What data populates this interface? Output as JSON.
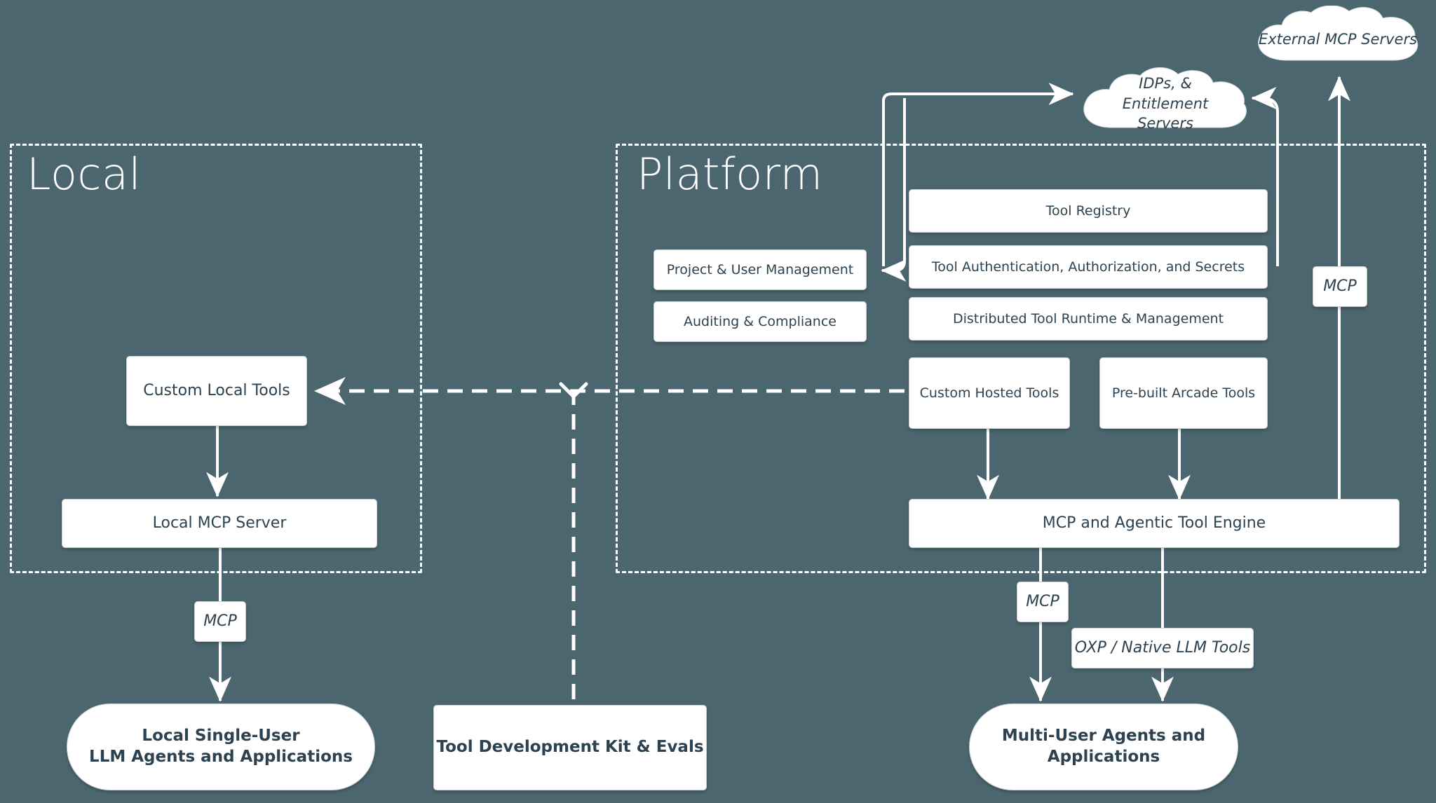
{
  "canvas": {
    "background": "#4c666f",
    "box_fill": "#ffffff",
    "text_color": "#2d4250",
    "stroke": "#ffffff"
  },
  "groups": [
    {
      "id": "local",
      "title": "Local"
    },
    {
      "id": "platform",
      "title": "Platform"
    }
  ],
  "clouds": [
    {
      "id": "external-mcp-servers",
      "label": "External MCP Servers"
    },
    {
      "id": "idps-entitlement",
      "label": "IDPs, & Entitlement Servers"
    }
  ],
  "local": {
    "custom_local_tools": "Custom Local Tools",
    "local_mcp_server": "Local MCP Server",
    "mcp_tag": "MCP",
    "agents": "Local Single-User\nLLM Agents and Applications",
    "agents_line1": "Local Single-User",
    "agents_line2": "LLM Agents and Applications"
  },
  "center": {
    "tdk": "Tool Development Kit & Evals"
  },
  "platform": {
    "left_column": [
      {
        "id": "project-user-management",
        "label": "Project & User Management"
      },
      {
        "id": "auditing-compliance",
        "label": "Auditing & Compliance"
      }
    ],
    "right_column": [
      {
        "id": "tool-registry",
        "label": "Tool Registry"
      },
      {
        "id": "tool-auth",
        "label": "Tool Authentication, Authorization, and Secrets"
      },
      {
        "id": "distributed-runtime",
        "label": "Distributed Tool Runtime & Management"
      }
    ],
    "tools_row": [
      {
        "id": "custom-hosted-tools",
        "label": "Custom Hosted Tools"
      },
      {
        "id": "prebuilt-arcade-tools",
        "label": "Pre-built Arcade Tools"
      }
    ],
    "engine": "MCP and Agentic Tool Engine",
    "mcp_tag_bottom": "MCP",
    "mcp_tag_right": "MCP",
    "oxp_tag": "OXP / Native LLM Tools",
    "agents_line1": "Multi-User Agents and",
    "agents_line2": "Applications"
  }
}
